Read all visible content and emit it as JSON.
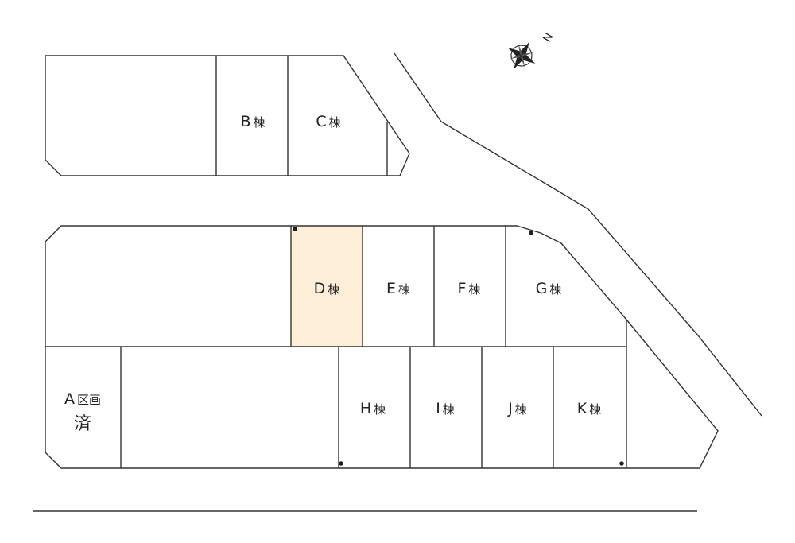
{
  "map": {
    "highlight_color": "#fdeed8",
    "line_color": "#333333",
    "compass": {
      "label": "N",
      "icon": "compass-rose-icon"
    },
    "lots": {
      "b": {
        "letter": "B",
        "suffix": "棟"
      },
      "c": {
        "letter": "C",
        "suffix": "棟"
      },
      "d": {
        "letter": "D",
        "suffix": "棟",
        "highlighted": true
      },
      "e": {
        "letter": "E",
        "suffix": "棟"
      },
      "f": {
        "letter": "F",
        "suffix": "棟"
      },
      "g": {
        "letter": "G",
        "suffix": "棟"
      },
      "h": {
        "letter": "H",
        "suffix": "棟"
      },
      "i": {
        "letter": "I",
        "suffix": "棟"
      },
      "j": {
        "letter": "J",
        "suffix": "棟"
      },
      "k": {
        "letter": "K",
        "suffix": "棟"
      },
      "a": {
        "letter": "A",
        "suffix": "区画",
        "status": "済"
      }
    }
  }
}
